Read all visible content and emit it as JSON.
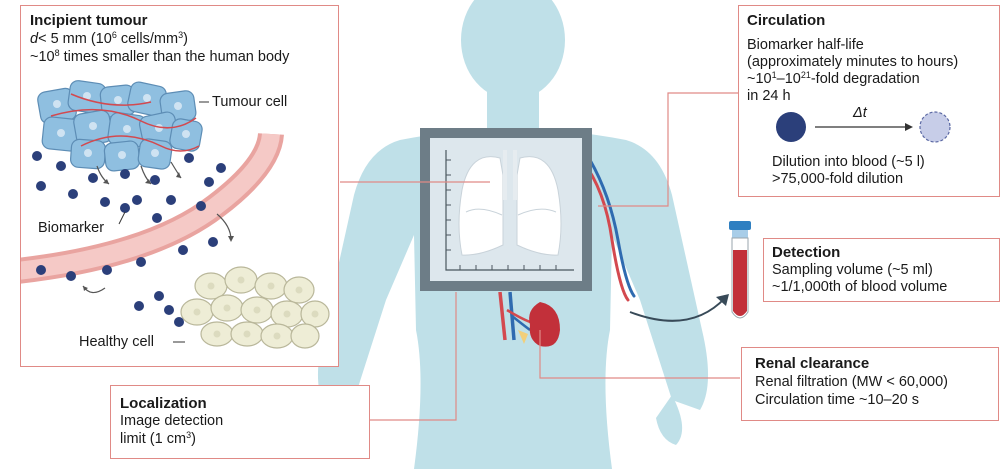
{
  "tumour": {
    "title": "Incipient tumour",
    "line1_pre": "< 5 mm (10",
    "line1_d": "d",
    "line1_exp": "6",
    "line1_mid": " cells/mm",
    "line1_exp2": "3",
    "line1_end": ")",
    "line2_pre": "~10",
    "line2_exp": "8",
    "line2_post": " times smaller than the human body",
    "tumour_cell_label": "Tumour cell",
    "biomarker_label": "Biomarker",
    "healthy_cell_label": "Healthy cell"
  },
  "circulation": {
    "title": "Circulation",
    "line1": "Biomarker half-life",
    "line2": "(approximately minutes to hours)",
    "line3_pre": "~10",
    "line3_exp1": "1",
    "line3_mid": "–10",
    "line3_exp2": "21",
    "line3_post": "-fold degradation",
    "line4": "in 24 h",
    "delta_t": "Δt",
    "dilution1": "Dilution into blood (~5 l)",
    "dilution2": ">75,000-fold dilution"
  },
  "detection": {
    "title": "Detection",
    "line1": "Sampling volume (~5 ml)",
    "line2": "~1/1,000th of blood volume"
  },
  "renal": {
    "title": "Renal clearance",
    "line1": "Renal filtration (MW < 60,000)",
    "line2": "Circulation time ~10–20 s"
  },
  "localization": {
    "title": "Localization",
    "line1": "Image detection",
    "line2_pre": "limit (1 cm",
    "line2_exp": "3",
    "line2_post": ")"
  },
  "colors": {
    "body": "#bfe0e8",
    "box_border": "#e08a86",
    "vessel": "#e9a4a0",
    "tumour_cell": "#8fbfe0",
    "biomarker": "#2b3f7a",
    "healthy_cell": "#eeedd6",
    "blood": "#c2303a"
  }
}
